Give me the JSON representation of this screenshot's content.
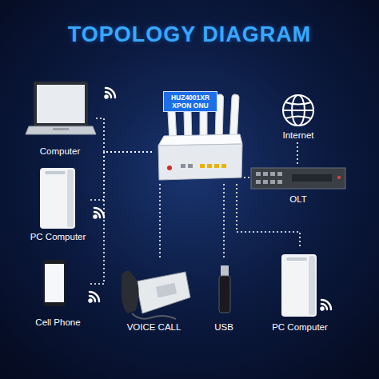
{
  "diagram": {
    "title": "TOPOLOGY DIAGRAM",
    "nodes": [
      {
        "text": [
          "HUZ4001XR XPON ONU"
        ]
      },
      {
        "text": [
          "Computer"
        ]
      },
      {
        "text": [
          "Internet"
        ]
      },
      {
        "text": [
          "PC Computer"
        ]
      },
      {
        "text": [
          "OLT"
        ]
      },
      {
        "text": [
          "Cell Phone"
        ]
      },
      {
        "text": [
          "VOICE CALL"
        ]
      },
      {
        "text": [
          "USB"
        ]
      },
      {
        "text": [
          "PC Computer"
        ]
      }
    ],
    "edges": [
      {
        "from": 0,
        "to": 1,
        "arrow": "none"
      },
      {
        "from": 0,
        "to": 3,
        "arrow": "none"
      },
      {
        "from": 0,
        "to": 5,
        "arrow": "none"
      },
      {
        "from": 0,
        "to": 6,
        "arrow": "none"
      },
      {
        "from": 0,
        "to": 7,
        "arrow": "none"
      },
      {
        "from": 0,
        "to": 4,
        "arrow": "none"
      },
      {
        "from": 4,
        "to": 2,
        "arrow": "none"
      },
      {
        "from": 0,
        "to": 8,
        "arrow": "none"
      }
    ]
  }
}
